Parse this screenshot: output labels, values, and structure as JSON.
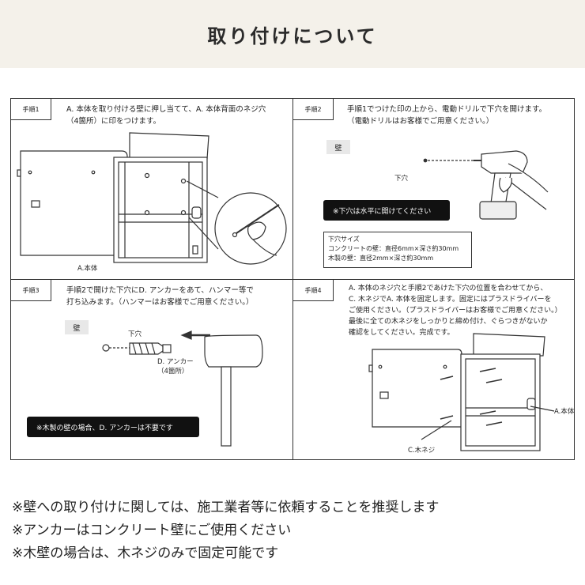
{
  "header": {
    "title": "取り付けについて"
  },
  "steps": [
    {
      "tab": "手順1",
      "text": "A. 本体を取り付ける壁に押し当てて、A. 本体背面のネジ穴\n（4箇所）に印をつけます。",
      "label_a": "A.本体"
    },
    {
      "tab": "手順2",
      "text": "手順1でつけた印の上から、電動ドリルで下穴を開けます。\n（電動ドリルはお客様でご用意ください。）",
      "wall": "壁",
      "hole_label": "下穴",
      "note": "※下穴は水平に開けてください",
      "size_text": "下穴サイズ\nコンクリートの壁：直径6mm×深さ約30mm\n木製の壁：直径2mm×深さ約30mm"
    },
    {
      "tab": "手順3",
      "text": "手順2で開けた下穴にD. アンカーをあて、ハンマー等で\n打ち込みます。（ハンマーはお客様でご用意ください。）",
      "wall": "壁",
      "hole_label": "下穴",
      "anchor_label": "D. アンカー\n（4箇所）",
      "note": "※木製の壁の場合、D. アンカーは不要です"
    },
    {
      "tab": "手順4",
      "text": "A. 本体のネジ穴と手順2であけた下穴の位置を合わせてから、\nC. 木ネジでA. 本体を固定します。固定にはプラスドライバーを\nご使用ください。（プラスドライバーはお客様でご用意ください。）\n最後に全ての木ネジをしっかりと締め付け、ぐらつきがないか\n確認をしてください。完成です。",
      "label_a": "A.本体",
      "label_c": "C.木ネジ"
    }
  ],
  "footer": [
    "※壁への取り付けに関しては、施工業者等に依頼することを推奨します",
    "※アンカーはコンクリート壁にご使用ください",
    "※木壁の場合は、木ネジのみで固定可能です"
  ]
}
